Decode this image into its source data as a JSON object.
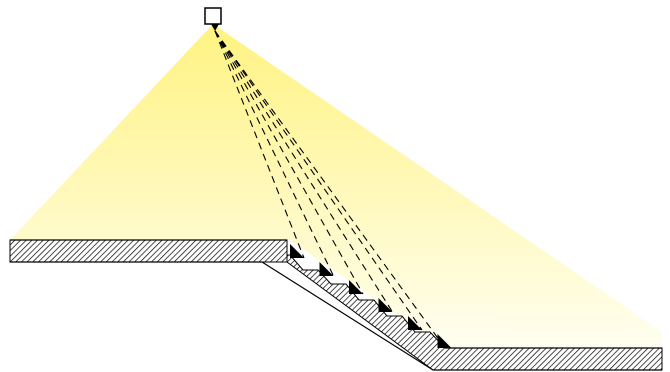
{
  "diagram": {
    "light_source": {
      "icon": "square-lamp-icon"
    },
    "light_cone": {
      "color_top": "#fff59a",
      "color_bottom": "#fffde8"
    },
    "staircase": {
      "steps": 6
    },
    "ground": {
      "fill": "hatched",
      "hatch_color": "#000000"
    },
    "rays": {
      "count": 6,
      "style": "dashed"
    }
  }
}
